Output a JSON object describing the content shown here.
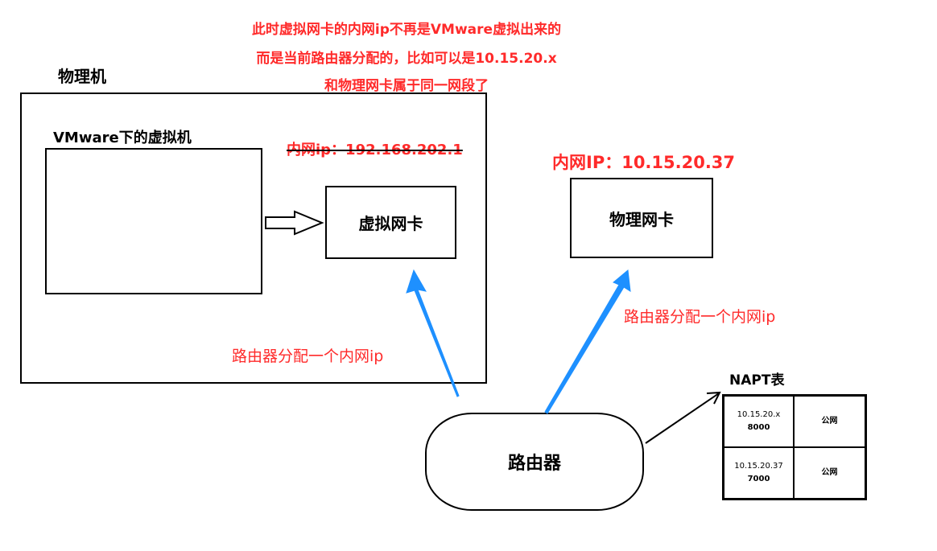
{
  "note": {
    "line1": "此时虚拟网卡的内网ip不再是VMware虚拟出来的",
    "line2": "而是当前路由器分配的，比如可以是10.15.20.x",
    "line3": "和物理网卡属于同一网段了"
  },
  "physical_machine": {
    "title": "物理机",
    "vm_title": "VMware下的虚拟机",
    "old_ip": "内网ip：192.168.202.1",
    "virtual_nic": "虚拟网卡",
    "assign_label": "路由器分配一个内网ip"
  },
  "physical_nic": {
    "ip": "内网IP：10.15.20.37",
    "label": "物理网卡",
    "assign_label": "路由器分配一个内网ip"
  },
  "router": {
    "label": "路由器"
  },
  "napt": {
    "title": "NAPT表",
    "rows": [
      {
        "ip": "10.15.20.x",
        "port": "8000",
        "public": "公网"
      },
      {
        "ip": "10.15.20.37",
        "port": "7000",
        "public": "公网"
      }
    ]
  },
  "colors": {
    "accent_red": "#ff2a2a",
    "arrow_blue": "#1e90ff"
  }
}
